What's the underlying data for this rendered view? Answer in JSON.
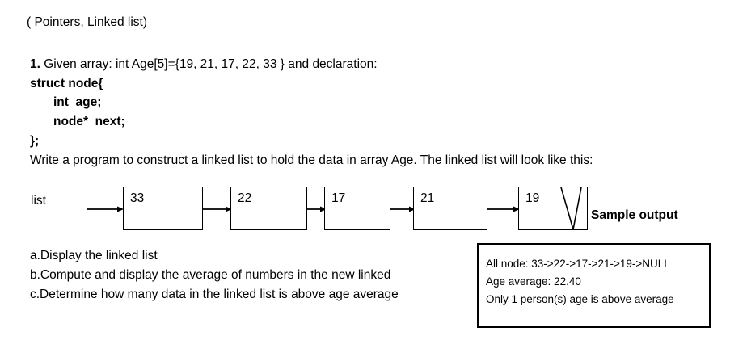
{
  "document": {
    "title_line": "( Pointers, Linked list)",
    "question_number": "1.",
    "question_text": " Given array: int Age[5]={19, 21, 17, 22, 33 } and declaration:",
    "struct_declaration": [
      "struct node{",
      "int  age;",
      "node*  next;",
      "};"
    ],
    "instruction": "Write a program to construct a linked list to hold the data in array Age. The linked list will look like this:"
  },
  "diagram": {
    "pointer_label": "list",
    "nodes": [
      {
        "value": "33",
        "is_null_terminated": false
      },
      {
        "value": "22",
        "is_null_terminated": false
      },
      {
        "value": "17",
        "is_null_terminated": false
      },
      {
        "value": "21",
        "is_null_terminated": false
      },
      {
        "value": "19",
        "is_null_terminated": true
      }
    ],
    "sample_output_label": "Sample output"
  },
  "tasks": [
    "a.Display the linked list",
    "b.Compute and display the average of numbers in the new linked",
    "c.Determine how many data in the linked list is above age average"
  ],
  "sample_output": {
    "lines": [
      "All node: 33->22->17->21->19->NULL",
      "Age average: 22.40",
      "Only 1 person(s) age is above average"
    ]
  },
  "colors": {
    "text": "#000000",
    "background": "#ffffff",
    "stroke": "#000000"
  }
}
